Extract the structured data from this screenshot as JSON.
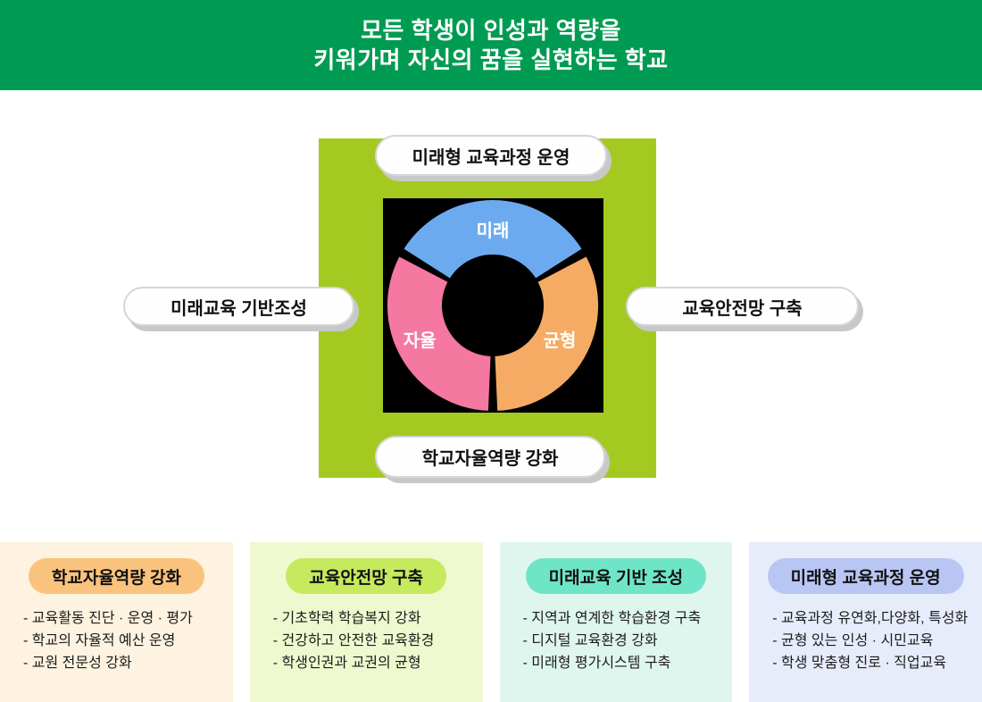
{
  "banner": {
    "line1": "모든 학생이 인성과 역량을",
    "line2": "키워가며 자신의 꿈을 실현하는 학교",
    "bg_color": "#009b52",
    "text_color": "#ffffff"
  },
  "diagram": {
    "frame_color": "#a4ca21",
    "pills": {
      "top": "미래형 교육과정 운영",
      "left": "미래교육 기반조성",
      "right": "교육안전망 구축",
      "bottom": "학교자율역량 강화"
    },
    "donut": {
      "labels": {
        "top": "미래",
        "left": "자율",
        "right": "균형"
      },
      "colors": {
        "background": "#000000",
        "top": "#6caaf0",
        "left": "#f478a0",
        "right": "#f5ab63",
        "label_text": "#ffffff"
      }
    }
  },
  "cards": [
    {
      "title": "학교자율역량 강화",
      "bg": "#fdf3e0",
      "pill": "#fac37d",
      "items": [
        "- 교육활동 진단 · 운영 · 평가",
        "- 학교의 자율적 예산 운영",
        "- 교원 전문성 강화"
      ]
    },
    {
      "title": "교육안전망 구축",
      "bg": "#eff9cf",
      "pill": "#c6e95e",
      "items": [
        "- 기초학력 학습복지 강화",
        "- 건강하고 안전한 교육환경",
        "- 학생인권과 교권의 균형"
      ]
    },
    {
      "title": "미래교육 기반 조성",
      "bg": "#dff6ee",
      "pill": "#6fe5c8",
      "items": [
        "- 지역과 연계한 학습환경 구축",
        "- 디지털 교육환경 강화",
        "- 미래형 평가시스템 구축"
      ]
    },
    {
      "title": "미래형 교육과정 운영",
      "bg": "#e7ecfb",
      "pill": "#b9c6f4",
      "items": [
        "- 교육과정 유연화,다양화, 특성화",
        "- 균형 있는 인성 · 시민교육",
        "- 학생 맞춤형 진로 · 직업교육"
      ]
    }
  ]
}
